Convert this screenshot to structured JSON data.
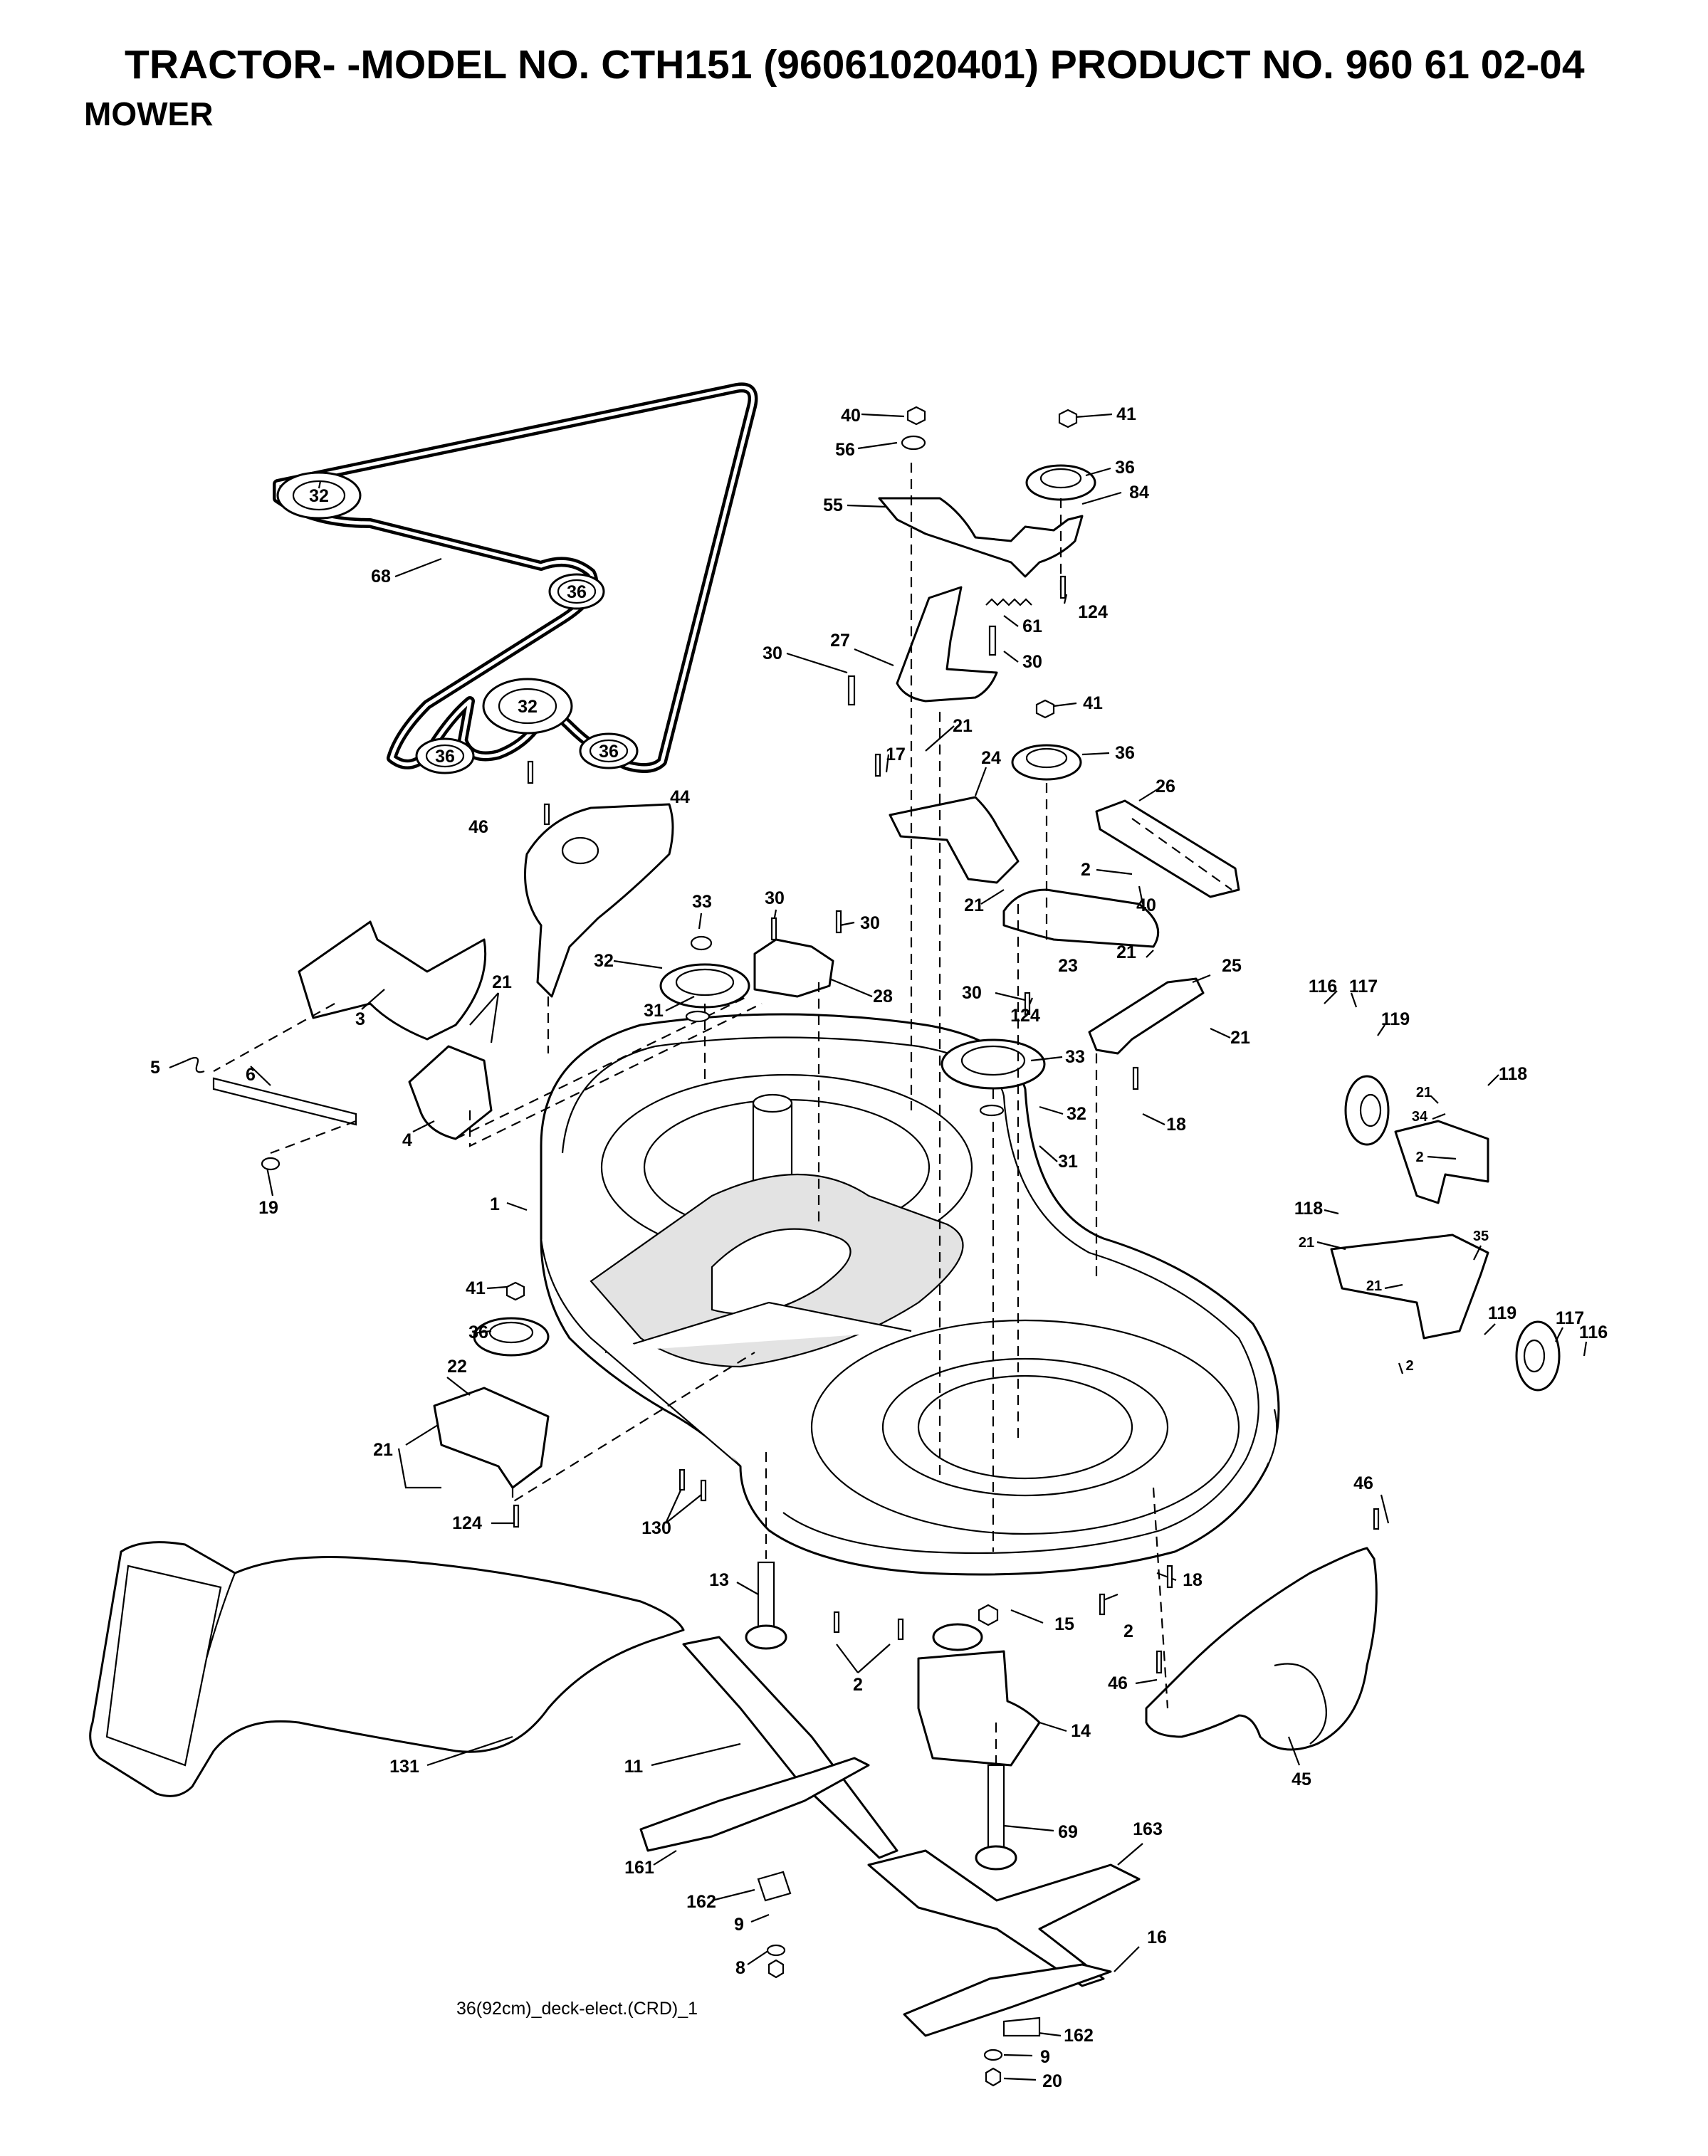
{
  "header": {
    "title": "TRACTOR- -MODEL NO. CTH151 (96061020401) PRODUCT NO. 960 61 02-04",
    "subtitle": "MOWER"
  },
  "footer": {
    "caption": "36(92cm)_deck-elect.(CRD)_1"
  },
  "callouts": [
    "32",
    "68",
    "36",
    "32",
    "36",
    "36",
    "46",
    "44",
    "40",
    "56",
    "55",
    "36",
    "84",
    "41",
    "124",
    "61",
    "30",
    "27",
    "30",
    "41",
    "36",
    "17",
    "21",
    "24",
    "26",
    "2",
    "40",
    "21",
    "33",
    "30",
    "30",
    "32",
    "28",
    "31",
    "3",
    "21",
    "5",
    "6",
    "4",
    "19",
    "23",
    "21",
    "25",
    "30",
    "124",
    "21",
    "33",
    "32",
    "18",
    "31",
    "116",
    "117",
    "119",
    "118",
    "21",
    "34",
    "2",
    "118",
    "21",
    "35",
    "21",
    "119",
    "117",
    "116",
    "2",
    "1",
    "41",
    "36",
    "22",
    "21",
    "124",
    "130",
    "46",
    "13",
    "15",
    "2",
    "18",
    "2",
    "46",
    "14",
    "45",
    "11",
    "131",
    "69",
    "163",
    "161",
    "162",
    "9",
    "8",
    "16",
    "162",
    "9",
    "20"
  ]
}
